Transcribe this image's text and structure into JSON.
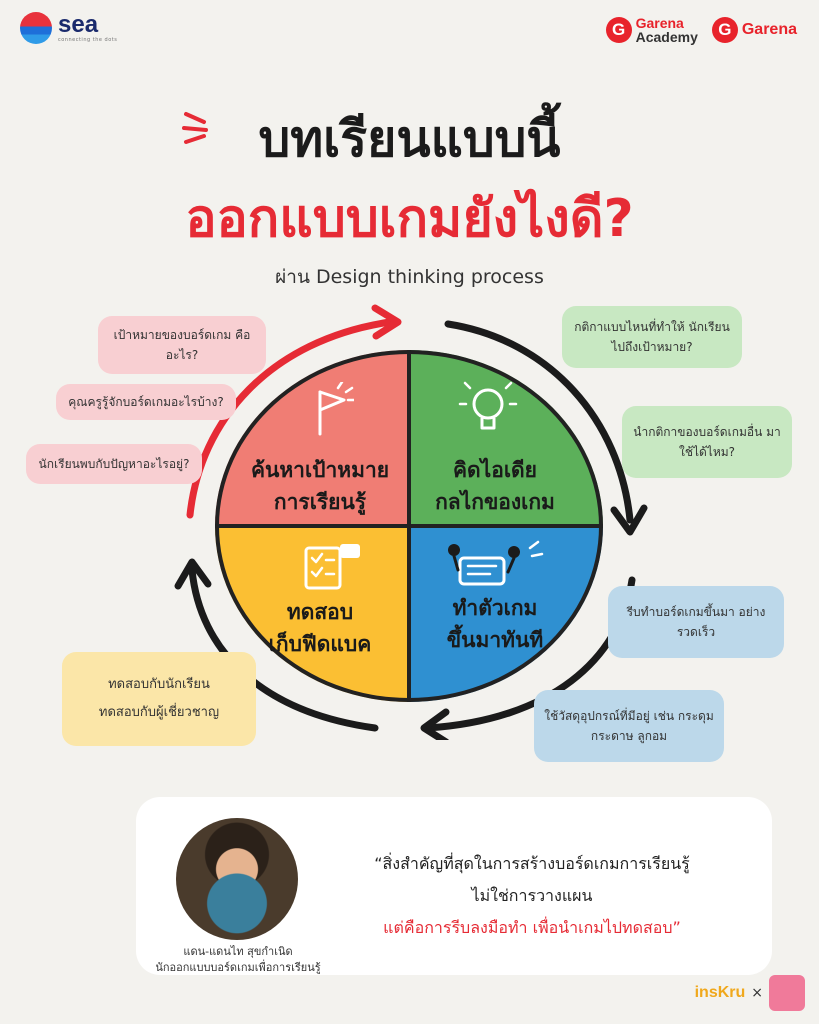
{
  "header": {
    "sea_logo": "sea",
    "sea_tagline": "connecting the dots",
    "garena_academy_line1": "Garena",
    "garena_academy_line2": "Academy",
    "garena_logo": "Garena"
  },
  "title": {
    "line1": "บทเรียนแบบนี้",
    "line2": "ออกแบบเกมยังไงดี?",
    "subtitle": "ผ่าน Design thinking process"
  },
  "colors": {
    "red": "#f07d74",
    "green": "#5cb05a",
    "yellow": "#fbbf33",
    "blue": "#2f90d1",
    "accent": "#e62b35"
  },
  "quadrants": {
    "red": {
      "line1": "ค้นหาเป้าหมาย",
      "line2": "การเรียนรู้",
      "icon": "flag-icon"
    },
    "green": {
      "line1": "คิดไอเดีย",
      "line2": "กลไกของเกม",
      "icon": "lightbulb-icon"
    },
    "yellow": {
      "line1": "ทดสอบ",
      "line2": "เก็บฟีดแบค",
      "icon": "checklist-icon"
    },
    "blue": {
      "line1": "ทำตัวเกม",
      "line2": "ขึ้นมาทันที",
      "icon": "prototype-icon"
    }
  },
  "bubbles": {
    "pink1": "เป้าหมายของบอร์ดเกม คืออะไร?",
    "pink2": "คุณครูรู้จักบอร์ดเกมอะไรบ้าง?",
    "pink3": "นักเรียนพบกับปัญหาอะไรอยู่?",
    "green1": "กติกาแบบไหนที่ทำให้ นักเรียนไปถึงเป้าหมาย?",
    "green2": "นำกติกาของบอร์ดเกมอื่น มาใช้ได้ไหม?",
    "blue1": "รีบทำบอร์ดเกมขึ้นมา อย่างรวดเร็ว",
    "blue2": "ใช้วัสดุอุปกรณ์ที่มีอยู่ เช่น กระดุม กระดาษ ลูกอม",
    "yellow1_line1": "ทดสอบกับนักเรียน",
    "yellow1_line2": "ทดสอบกับผู้เชี่ยวชาญ"
  },
  "quote": {
    "line1": "“สิ่งสำคัญที่สุดในการสร้างบอร์ดเกมการเรียนรู้",
    "line2": "ไม่ใช่การวางแผน",
    "line3": "แต่คือการรีบลงมือทำ เพื่อนำเกมไปทดสอบ”",
    "name": "แดน-แดนไท สุขกำเนิด",
    "role": "นักออกแบบบอร์ดเกมเพื่อการเรียนรู้"
  },
  "footer": {
    "inskru": "insKru",
    "times": "×"
  }
}
